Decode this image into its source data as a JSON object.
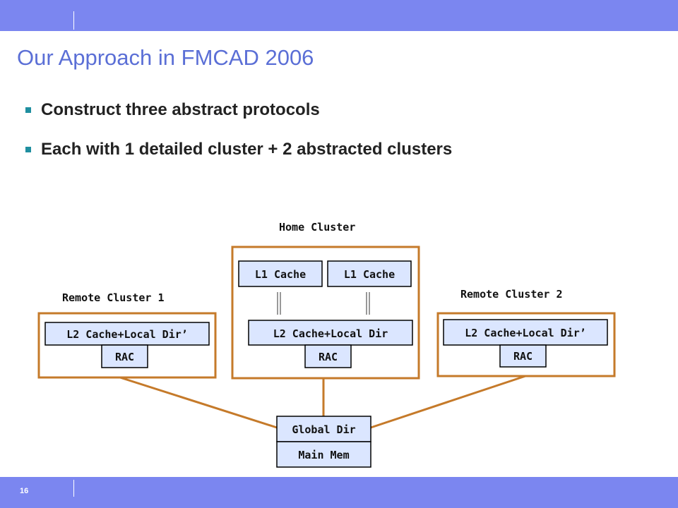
{
  "slide": {
    "title": "Our Approach in FMCAD 2006",
    "page_number": "16",
    "bullets": [
      "Construct three abstract protocols",
      "Each with 1 detailed cluster + 2 abstracted clusters"
    ]
  },
  "diagram": {
    "home_cluster": {
      "label": "Home Cluster",
      "l1_left": "L1 Cache",
      "l1_right": "L1 Cache",
      "l2": "L2 Cache+Local Dir",
      "rac": "RAC"
    },
    "remote_cluster_1": {
      "label": "Remote Cluster 1",
      "l2": "L2 Cache+Local Dir’",
      "rac": "RAC"
    },
    "remote_cluster_2": {
      "label": "Remote Cluster 2",
      "l2": "L2 Cache+Local Dir’",
      "rac": "RAC"
    },
    "global": {
      "dir": "Global Dir",
      "mem": "Main Mem"
    }
  },
  "colors": {
    "header_bar": "#7b86f0",
    "title": "#5b6fd6",
    "cluster_border": "#c57a2a",
    "box_fill": "#dbe6ff",
    "connector": "#c57a2a"
  }
}
